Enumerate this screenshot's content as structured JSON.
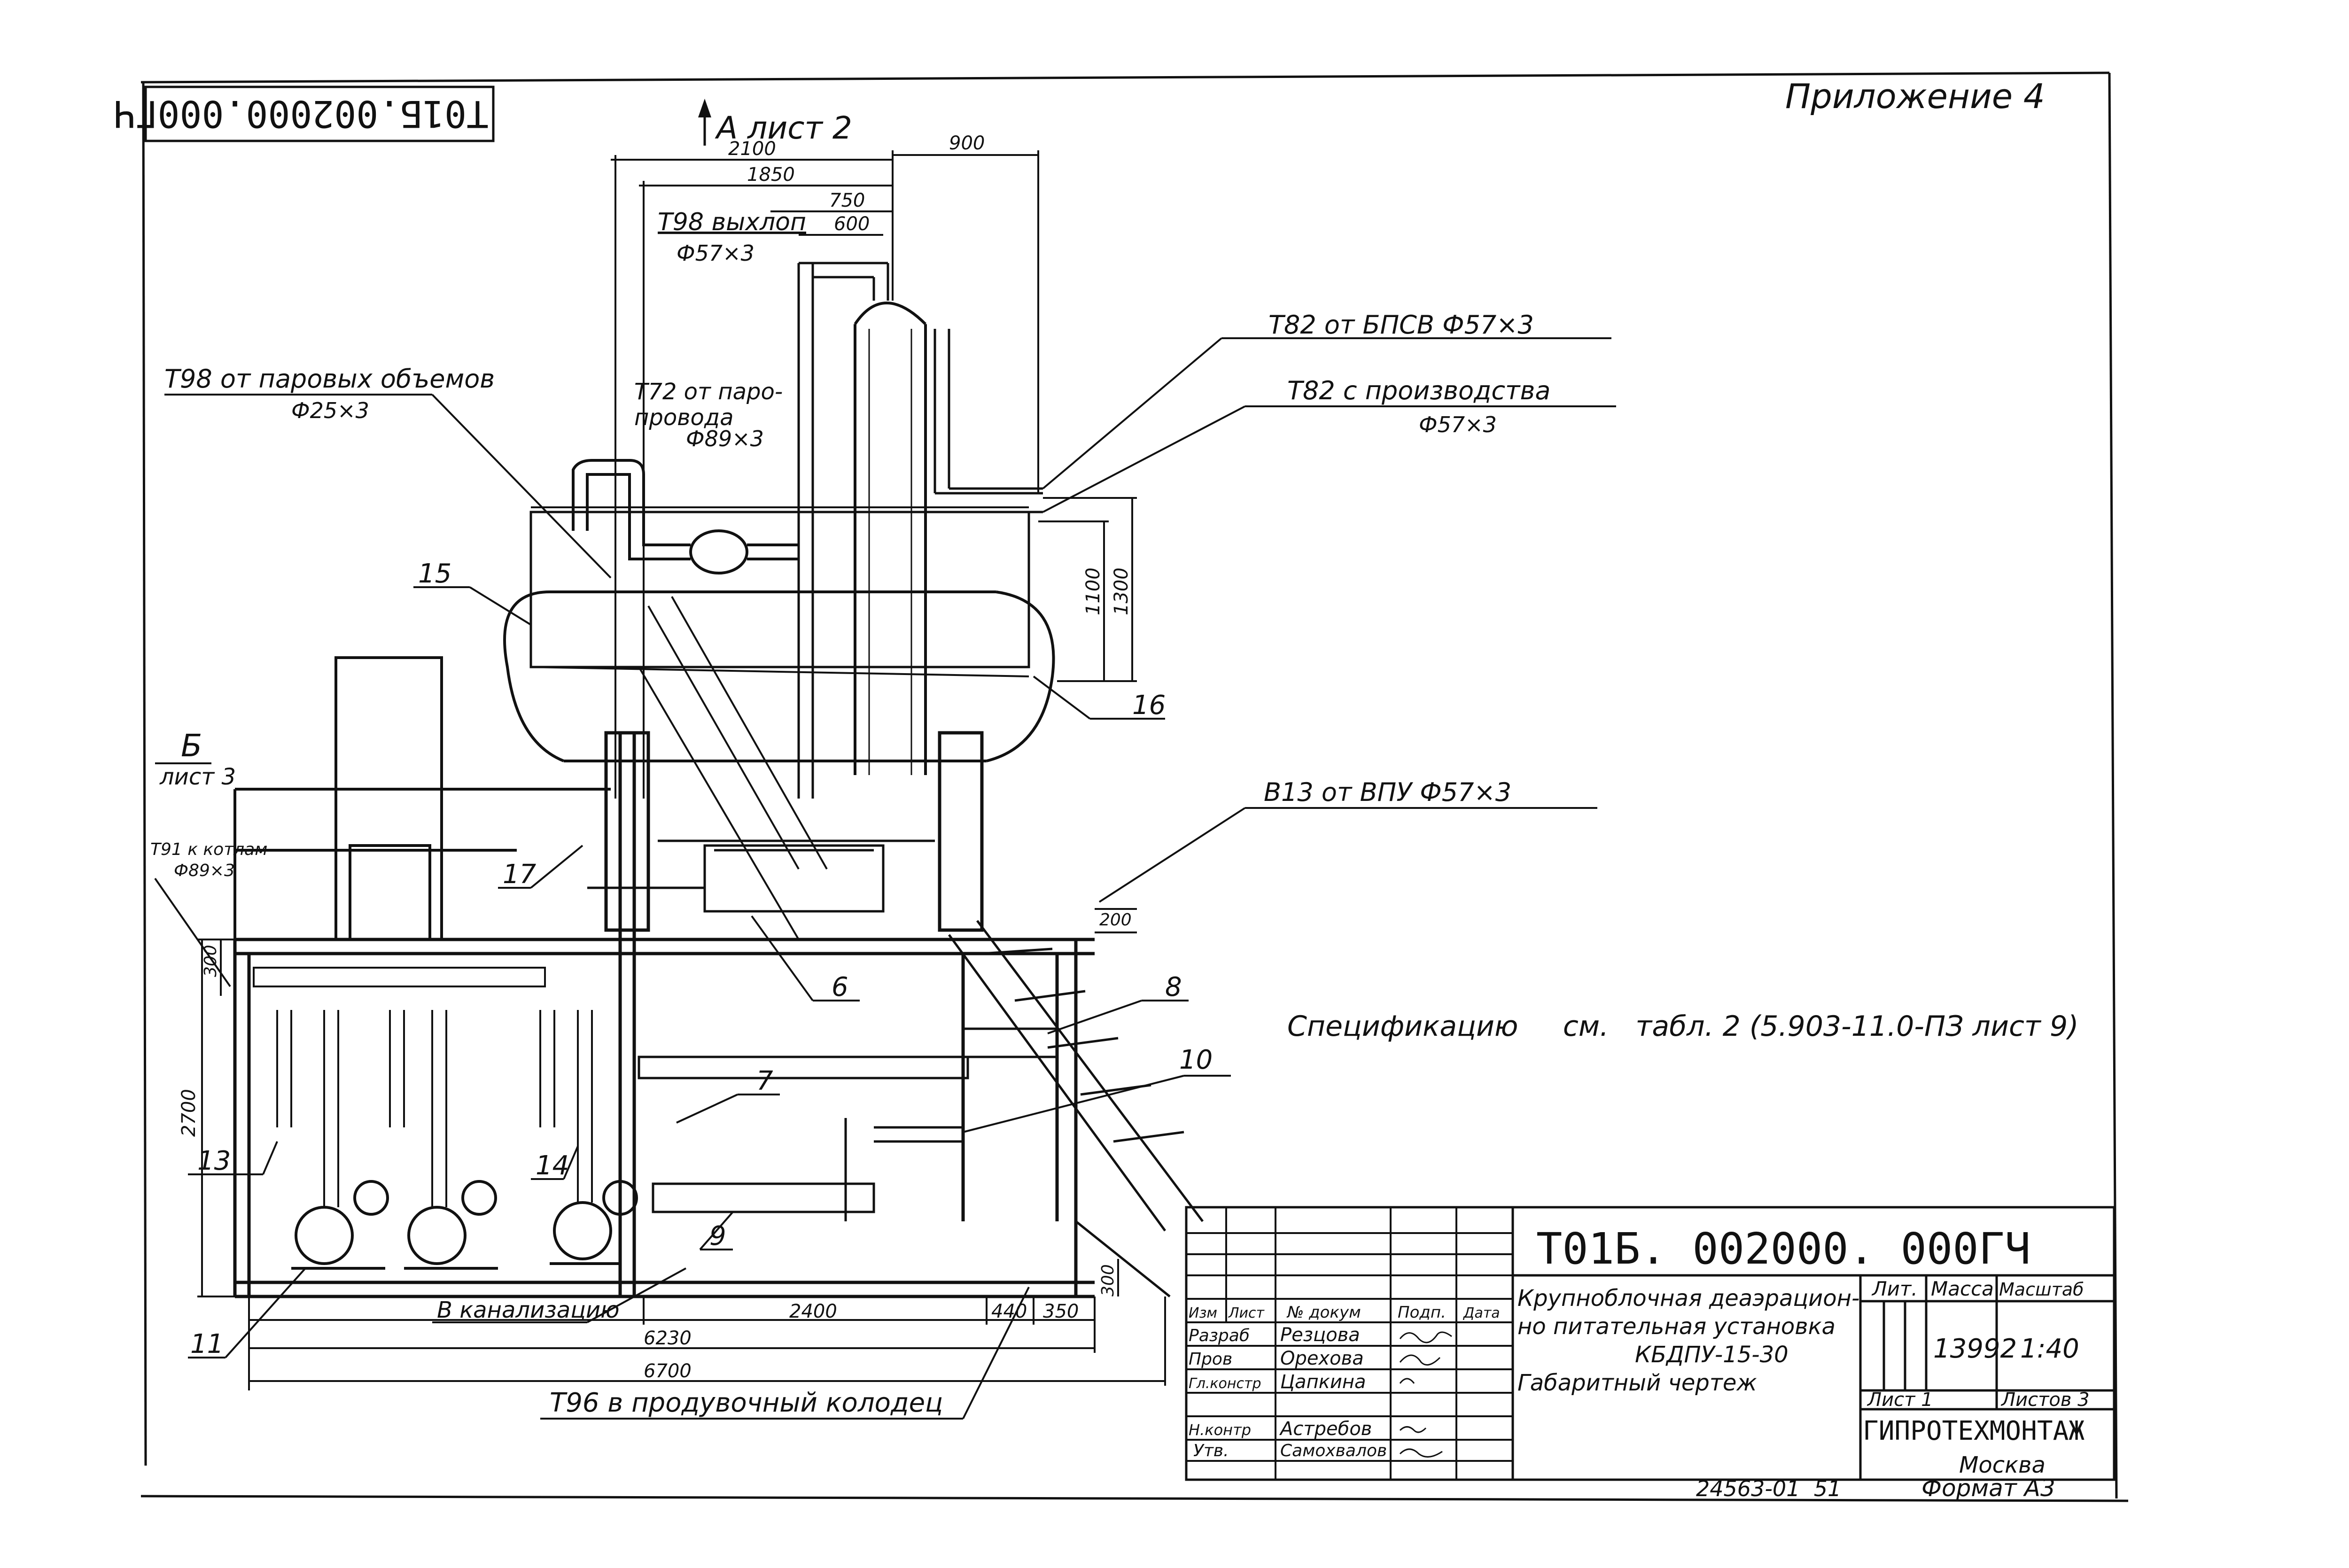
{
  "sheet": {
    "appendix": "Приложение 4",
    "rotated_code": "Т01Б.002000.000ГЧ",
    "view_a": "А лист 2",
    "view_b": "Б",
    "view_b_sheet": "лист 3",
    "spec_note": "Спецификацию     см.   табл. 2 (5.903-11.0-ПЗ лист 9)",
    "bottom_number": "24563-01  51",
    "format": "Формат А3"
  },
  "pipes": {
    "t98_exhaust": "Т98 выхлоп",
    "t98_exhaust_dim": "Ф57×3",
    "t98_steam": "Т98 от паровых объемов",
    "t98_steam_dim": "Ф25×3",
    "t72_a": "Т72 от паро-",
    "t72_b": "провода",
    "t72_dim": "Ф89×3",
    "t82_bpsv": "Т82  от  БПСВ  Ф57×3",
    "t82_prod": "Т82  с производства",
    "t82_prod_dim": "Ф57×3",
    "b13": "В13  от  ВПУ   Ф57×3",
    "t91": "Т91 к котлам",
    "t91_dim": "Ф89×3",
    "sewer": "В канализацию",
    "t96": "Т96   в  продувочный   колодец"
  },
  "dimensions": {
    "d2100": "2100",
    "d1850": "1850",
    "d900": "900",
    "d750": "750",
    "d600": "600",
    "d1100": "1100",
    "d1300": "1300",
    "d2700": "2700",
    "d200": "200",
    "d300a": "300",
    "d300b": "300",
    "d2400": "2400",
    "d440": "440",
    "d350": "350",
    "d6230": "6230",
    "d6700": "6700"
  },
  "callouts": {
    "c15": "15",
    "c16": "16",
    "c17": "17",
    "c6": "6",
    "c7": "7",
    "c8": "8",
    "c9": "9",
    "c10": "10",
    "c11": "11",
    "c13": "13",
    "c14": "14"
  },
  "title_block": {
    "doc_code": "Т01Б. 002000. 000ГЧ",
    "title_1": "Крупноблочная деаэрацион-",
    "title_2": "но питательная установка",
    "title_3": "КБДПУ-15-30",
    "title_4": "Габаритный  чертеж",
    "h_izm": "Изм",
    "h_list": "Лист",
    "h_dokum": "№ докум",
    "h_podp": "Подп.",
    "h_data": "Дата",
    "h_lit": "Лит.",
    "h_massa": "Масса",
    "h_masshtab": "Масштаб",
    "massa": "13992",
    "masshtab": "1:40",
    "list_num": "Лист 1",
    "listov": "Листов  3",
    "org": "ГИПРОТЕХМОНТАЖ",
    "city": "Москва",
    "people": [
      {
        "role": "Разраб",
        "name": "Резцова"
      },
      {
        "role": "Пров",
        "name": "Орехова"
      },
      {
        "role": "Гл.констр",
        "name": "Цапкина"
      },
      {
        "role": "",
        "name": ""
      },
      {
        "role": "Н.контр",
        "name": "Астребов"
      },
      {
        "role": "Утв.",
        "name": "Самохвалов"
      }
    ]
  }
}
